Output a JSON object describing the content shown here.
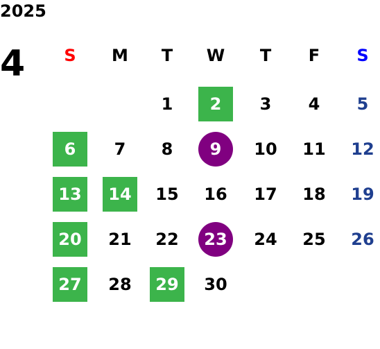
{
  "calendar": {
    "year": "2025",
    "month": "4",
    "weekdays": [
      {
        "label": "S",
        "color": "#ff0000"
      },
      {
        "label": "M",
        "color": "#000000"
      },
      {
        "label": "T",
        "color": "#000000"
      },
      {
        "label": "W",
        "color": "#000000"
      },
      {
        "label": "T",
        "color": "#000000"
      },
      {
        "label": "F",
        "color": "#000000"
      },
      {
        "label": "S",
        "color": "#0000ff"
      }
    ],
    "first_weekday_index": 2,
    "days_in_month": 30,
    "colors": {
      "text": "#000000",
      "saturday_text": "#1f3f8f",
      "sunday_text": "#000000",
      "highlight_square": "#3cb44b",
      "highlight_circle": "#800080",
      "highlight_text": "#ffffff"
    },
    "days": [
      {
        "day": "1",
        "style": "plain"
      },
      {
        "day": "2",
        "style": "square"
      },
      {
        "day": "3",
        "style": "plain"
      },
      {
        "day": "4",
        "style": "plain"
      },
      {
        "day": "5",
        "style": "saturday"
      },
      {
        "day": "6",
        "style": "square"
      },
      {
        "day": "7",
        "style": "plain"
      },
      {
        "day": "8",
        "style": "plain"
      },
      {
        "day": "9",
        "style": "circle"
      },
      {
        "day": "10",
        "style": "plain"
      },
      {
        "day": "11",
        "style": "plain"
      },
      {
        "day": "12",
        "style": "saturday"
      },
      {
        "day": "13",
        "style": "square"
      },
      {
        "day": "14",
        "style": "square"
      },
      {
        "day": "15",
        "style": "plain"
      },
      {
        "day": "16",
        "style": "plain"
      },
      {
        "day": "17",
        "style": "plain"
      },
      {
        "day": "18",
        "style": "plain"
      },
      {
        "day": "19",
        "style": "saturday"
      },
      {
        "day": "20",
        "style": "square"
      },
      {
        "day": "21",
        "style": "plain"
      },
      {
        "day": "22",
        "style": "plain"
      },
      {
        "day": "23",
        "style": "circle"
      },
      {
        "day": "24",
        "style": "plain"
      },
      {
        "day": "25",
        "style": "plain"
      },
      {
        "day": "26",
        "style": "saturday"
      },
      {
        "day": "27",
        "style": "square"
      },
      {
        "day": "28",
        "style": "plain"
      },
      {
        "day": "29",
        "style": "square"
      },
      {
        "day": "30",
        "style": "plain"
      }
    ]
  }
}
